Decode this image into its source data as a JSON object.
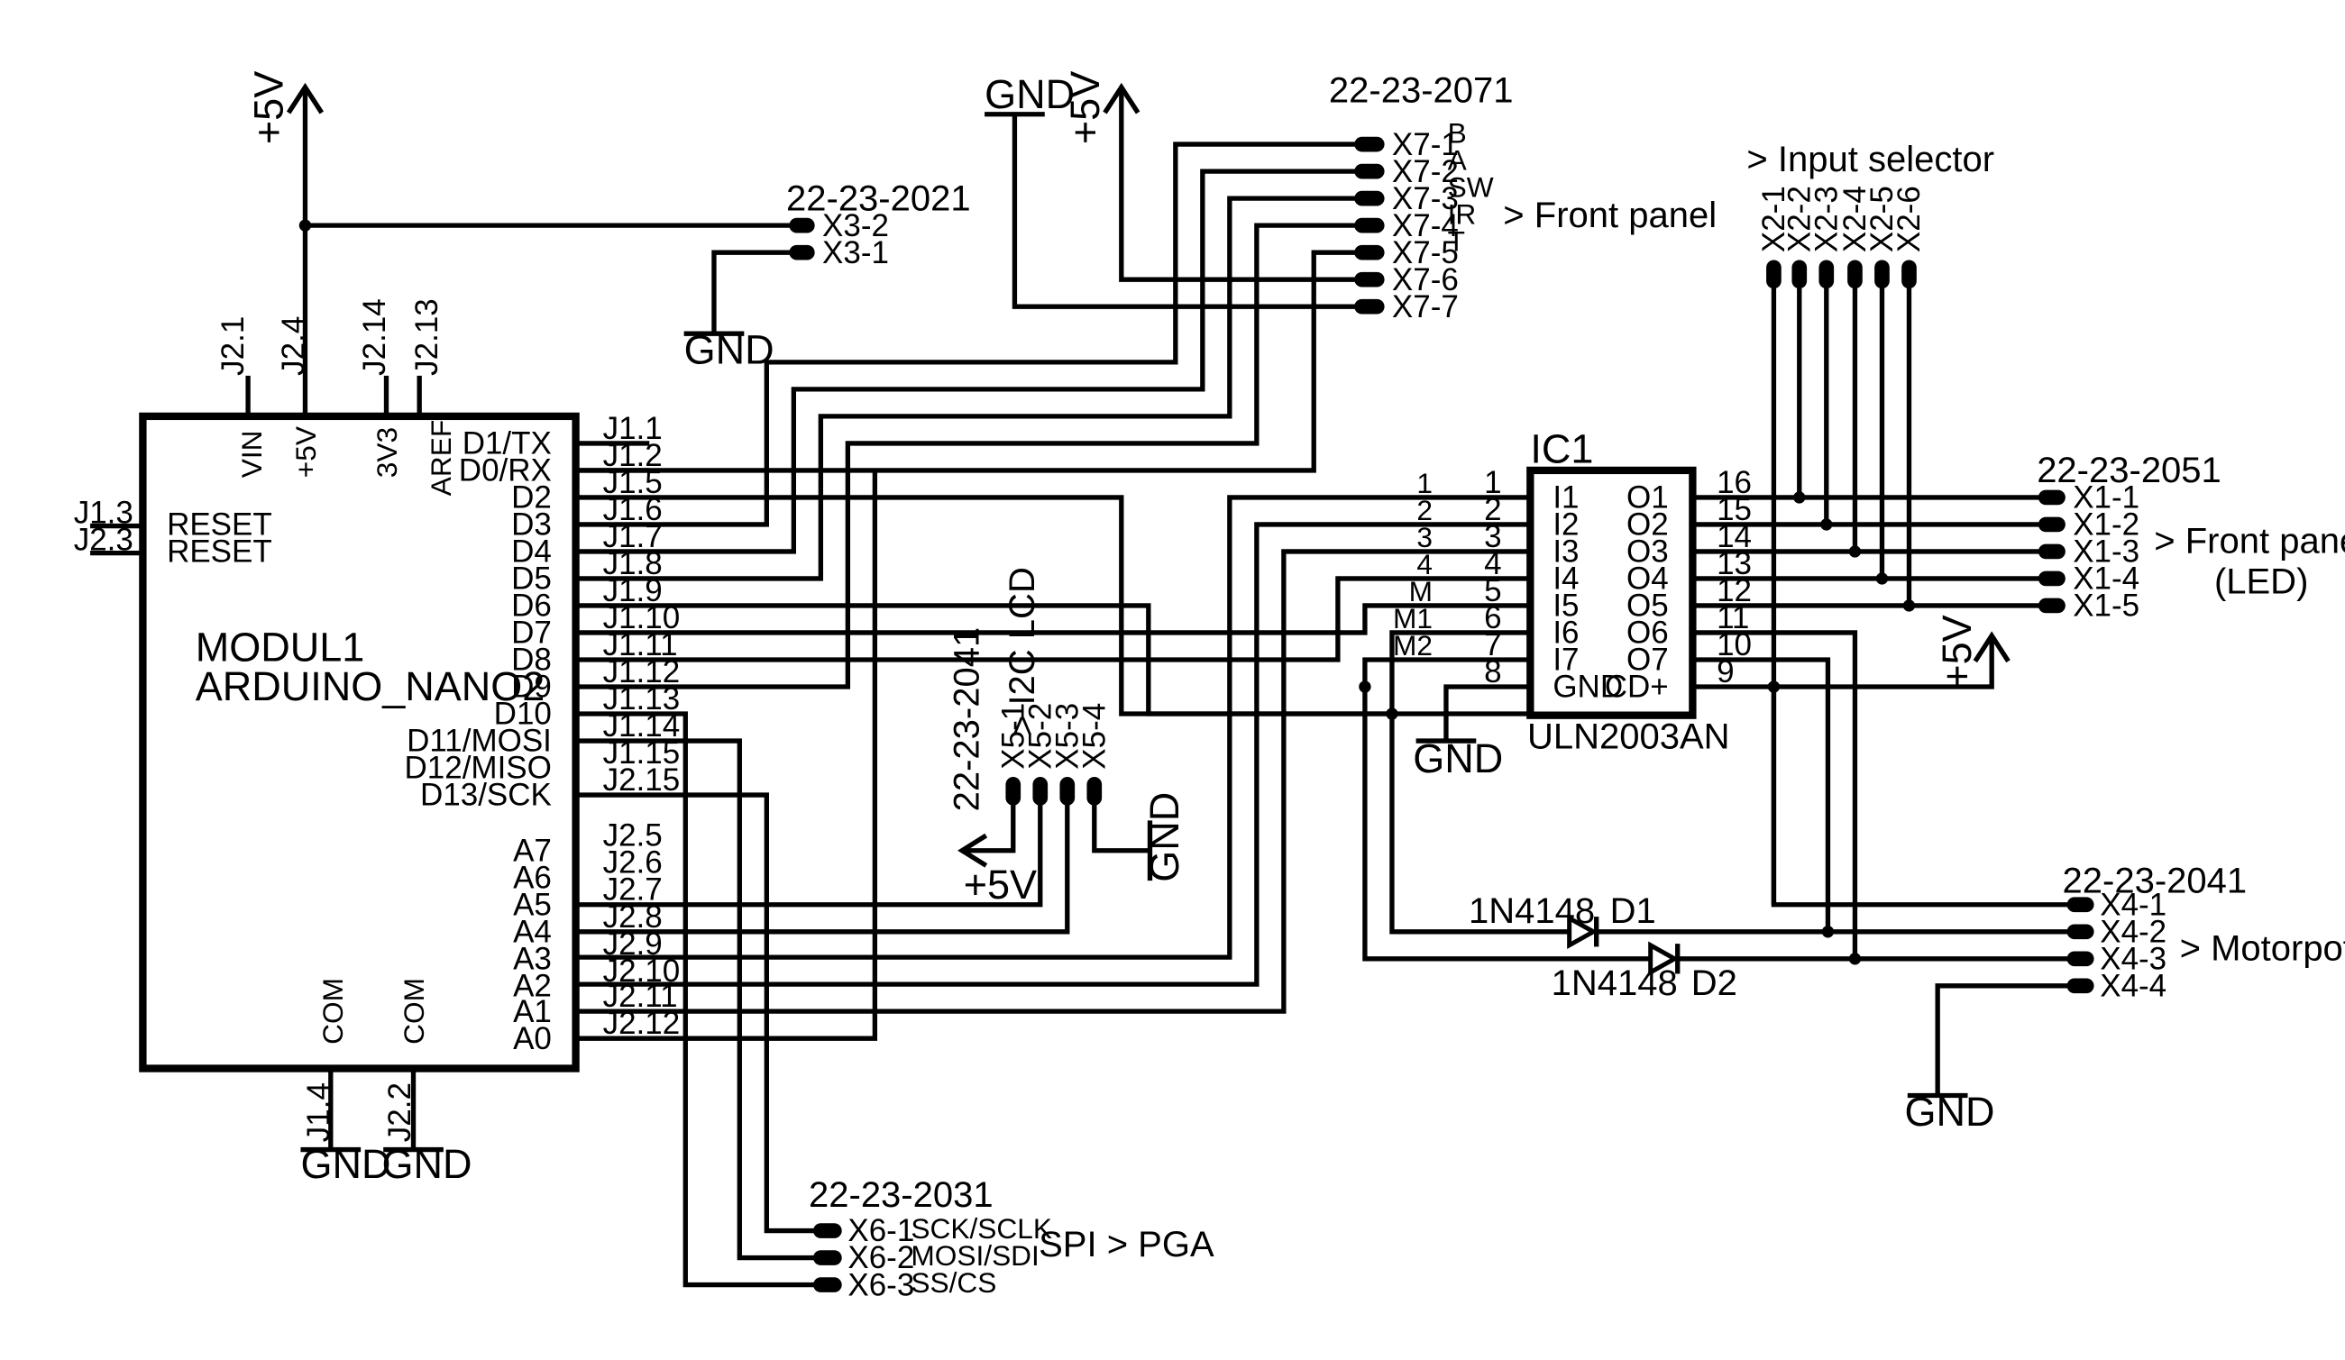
{
  "module": {
    "name": "MODUL1",
    "part": "ARDUINO_NANO2",
    "top_pins": [
      {
        "label": "VIN",
        "ref": "J2.1"
      },
      {
        "label": "+5V",
        "ref": "J2.4"
      },
      {
        "label": "3V3",
        "ref": "J2.14"
      },
      {
        "label": "AREF",
        "ref": "J2.13"
      }
    ],
    "left_pins": [
      {
        "label": "RESET",
        "ref": "J1.3"
      },
      {
        "label": "RESET",
        "ref": "J2.3"
      }
    ],
    "bottom_pins": [
      {
        "label": "COM",
        "ref": "J1.4"
      },
      {
        "label": "COM",
        "ref": "J2.2"
      }
    ],
    "right_pins": [
      {
        "label": "D1/TX",
        "ref": "J1.1"
      },
      {
        "label": "D0/RX",
        "ref": "J1.2"
      },
      {
        "label": "D2",
        "ref": "J1.5"
      },
      {
        "label": "D3",
        "ref": "J1.6"
      },
      {
        "label": "D4",
        "ref": "J1.7"
      },
      {
        "label": "D5",
        "ref": "J1.8"
      },
      {
        "label": "D6",
        "ref": "J1.9"
      },
      {
        "label": "D7",
        "ref": "J1.10"
      },
      {
        "label": "D8",
        "ref": "J1.11"
      },
      {
        "label": "D9",
        "ref": "J1.12"
      },
      {
        "label": "D10",
        "ref": "J1.13"
      },
      {
        "label": "D11/MOSI",
        "ref": "J1.14"
      },
      {
        "label": "D12/MISO",
        "ref": "J1.15"
      },
      {
        "label": "D13/SCK",
        "ref": "J2.15"
      },
      {
        "label": "A7",
        "ref": "J2.5"
      },
      {
        "label": "A6",
        "ref": "J2.6"
      },
      {
        "label": "A5",
        "ref": "J2.7"
      },
      {
        "label": "A4",
        "ref": "J2.8"
      },
      {
        "label": "A3",
        "ref": "J2.9"
      },
      {
        "label": "A2",
        "ref": "J2.10"
      },
      {
        "label": "A1",
        "ref": "J2.11"
      },
      {
        "label": "A0",
        "ref": "J2.12"
      }
    ]
  },
  "ic": {
    "ref": "IC1",
    "part": "ULN2003AN",
    "left_pins": [
      {
        "name": "I1",
        "num": "1",
        "net": "1"
      },
      {
        "name": "I2",
        "num": "2",
        "net": "2"
      },
      {
        "name": "I3",
        "num": "3",
        "net": "3"
      },
      {
        "name": "I4",
        "num": "4",
        "net": "4"
      },
      {
        "name": "I5",
        "num": "5",
        "net": "M"
      },
      {
        "name": "I6",
        "num": "6",
        "net": "M1"
      },
      {
        "name": "I7",
        "num": "7",
        "net": "M2"
      },
      {
        "name": "GND",
        "num": "8",
        "net": ""
      }
    ],
    "right_pins": [
      {
        "name": "O1",
        "num": "16"
      },
      {
        "name": "O2",
        "num": "15"
      },
      {
        "name": "O3",
        "num": "14"
      },
      {
        "name": "O4",
        "num": "13"
      },
      {
        "name": "O5",
        "num": "12"
      },
      {
        "name": "O6",
        "num": "11"
      },
      {
        "name": "O7",
        "num": "10"
      },
      {
        "name": "CD+",
        "num": "9"
      }
    ]
  },
  "connectors": {
    "x3": {
      "part": "22-23-2021",
      "pins": [
        "X3-2",
        "X3-1"
      ]
    },
    "x7": {
      "part": "22-23-2071",
      "pins": [
        "X7-1",
        "X7-2",
        "X7-3",
        "X7-4",
        "X7-5",
        "X7-6",
        "X7-7"
      ],
      "signals": [
        "B",
        "A",
        "SW",
        "IR",
        "T"
      ],
      "dest": "> Front panel"
    },
    "x2": {
      "dest": "> Input selector",
      "pins": [
        "X2-1",
        "X2-2",
        "X2-3",
        "X2-4",
        "X2-5",
        "X2-6"
      ]
    },
    "x1": {
      "part": "22-23-2051",
      "pins": [
        "X1-1",
        "X1-2",
        "X1-3",
        "X1-4",
        "X1-5"
      ],
      "dest1": "> Front panel",
      "dest2": "(LED)"
    },
    "x5": {
      "part": "22-23-2041",
      "dest": "> I2C LCD",
      "pins": [
        "X5-1",
        "X5-2",
        "X5-3",
        "X5-4"
      ]
    },
    "x4": {
      "part": "22-23-2041",
      "pins": [
        "X4-1",
        "X4-2",
        "X4-3",
        "X4-4"
      ],
      "dest": "> Motorpot"
    },
    "x6": {
      "part": "22-23-2031",
      "pins": [
        "X6-1",
        "X6-2",
        "X6-3"
      ],
      "signals": [
        "SCK/SCLK",
        "MOSI/SDI",
        "SS/CS"
      ],
      "dest": "SPI > PGA"
    }
  },
  "diodes": [
    {
      "part": "1N4148",
      "ref": "D1"
    },
    {
      "part": "1N4148",
      "ref": "D2"
    }
  ],
  "power": {
    "vcc": "+5V",
    "gnd": "GND"
  }
}
